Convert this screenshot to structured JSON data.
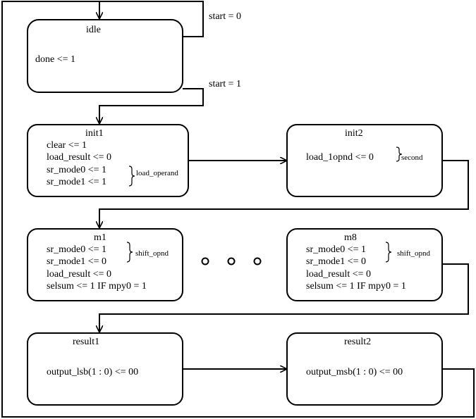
{
  "states": {
    "idle": {
      "name": "idle",
      "lines": [
        "done <= 1"
      ]
    },
    "init1": {
      "name": "init1",
      "lines": [
        "clear <= 1",
        "load_result <= 0",
        "sr_mode0 <= 1",
        "sr_mode1 <= 1"
      ],
      "brace_label": "load_operand"
    },
    "init2": {
      "name": "init2",
      "lines": [
        "load_1opnd <= 0"
      ],
      "brace_label": "second"
    },
    "m1": {
      "name": "m1",
      "lines": [
        "sr_mode0 <= 1",
        "sr_mode1 <= 0",
        "load_result <= 0",
        "selsum <= 1 IF mpy0 = 1"
      ],
      "brace_label": "shift_opnd"
    },
    "m8": {
      "name": "m8",
      "lines": [
        "sr_mode0 <= 1",
        "sr_mode1 <= 0",
        "load_result <= 0",
        "selsum <= 1 IF mpy0 = 1"
      ],
      "brace_label": "shift_opnd"
    },
    "result1": {
      "name": "result1",
      "lines": [
        "output_lsb(1 : 0) <= 00"
      ]
    },
    "result2": {
      "name": "result2",
      "lines": [
        "output_msb(1 : 0) <= 00"
      ]
    }
  },
  "transitions": {
    "idle_self": "start = 0",
    "idle_to_init1": "start = 1"
  }
}
